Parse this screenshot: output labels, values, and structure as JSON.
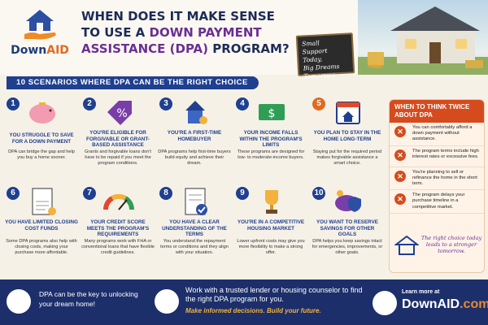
{
  "brand": {
    "name_main": "Down",
    "name_accent": "AID"
  },
  "header": {
    "title_line1": "WHEN DOES IT MAKE SENSE",
    "title_line2_pre": "TO USE A ",
    "title_line2_hl": "DOWN PAYMENT",
    "title_line3_hl": "ASSISTANCE (DPA)",
    "title_line3_post": " PROGRAM?",
    "note": [
      "Small",
      "Support Today,",
      "Big Dreams",
      "Tomorrow."
    ]
  },
  "banner": "10 SCENARIOS WHERE DPA CAN BE THE RIGHT CHOICE",
  "scenarios": [
    {
      "n": "1",
      "icon": "piggy-bank-icon",
      "title": "YOU STRUGGLE TO SAVE FOR A DOWN PAYMENT",
      "desc": "DPA can bridge the gap and help you buy a home sooner."
    },
    {
      "n": "2",
      "icon": "percent-tag-icon",
      "title": "YOU'RE ELIGIBLE FOR FORGIVABLE OR GRANT-BASED ASSISTANCE",
      "desc": "Grants and forgivable loans don't have to be repaid if you meet the program conditions."
    },
    {
      "n": "3",
      "icon": "house-key-icon",
      "title": "YOU'RE A FIRST-TIME HOMEBUYER",
      "desc": "DPA programs help first-time buyers build equity and achieve their dream."
    },
    {
      "n": "4",
      "icon": "dollar-bill-icon",
      "title": "YOUR INCOME FALLS WITHIN THE PROGRAM'S LIMITS",
      "desc": "These programs are designed for low- to moderate-income buyers."
    },
    {
      "n": "5",
      "icon": "calendar-house-icon",
      "title": "YOU PLAN TO STAY IN THE HOME LONG-TERM",
      "desc": "Staying put for the required period makes forgivable assistance a smart choice."
    },
    {
      "n": "6",
      "icon": "closing-costs-icon",
      "title": "YOU HAVE LIMITED CLOSING COST FUNDS",
      "desc": "Some DPA programs also help with closing costs, making your purchase more affordable."
    },
    {
      "n": "7",
      "icon": "credit-gauge-icon",
      "title": "YOUR CREDIT SCORE MEETS THE PROGRAM'S REQUIREMENTS",
      "desc": "Many programs work with FHA or conventional loans that have flexible credit guidelines."
    },
    {
      "n": "8",
      "icon": "checklist-icon",
      "title": "YOU HAVE A CLEAR UNDERSTANDING OF THE TERMS",
      "desc": "You understand the repayment terms or conditions and they align with your situation."
    },
    {
      "n": "9",
      "icon": "trophy-icon",
      "title": "YOU'RE IN A COMPETITIVE HOUSING MARKET",
      "desc": "Lower upfront costs may give you more flexibility to make a strong offer."
    },
    {
      "n": "10",
      "icon": "savings-shield-icon",
      "title": "YOU WANT TO RESERVE SAVINGS FOR OTHER GOALS",
      "desc": "DPA helps you keep savings intact for emergencies, improvements, or other goals."
    }
  ],
  "side": {
    "title": "WHEN TO THINK TWICE ABOUT DPA",
    "items": [
      "You can comfortably afford a down payment without assistance.",
      "The program terms include high interest rates or excessive fees.",
      "You're planning to sell or refinance the home in the short term.",
      "The program delays your purchase timeline in a competitive market."
    ],
    "footer": "The right choice today leads to a stronger tomorrow."
  },
  "footer": {
    "left": "DPA can be the key to unlocking your dream home!",
    "middle": "Work with a trusted lender or housing counselor to find the right DPA program for you.",
    "middle_sub": "Make informed decisions. Build your future.",
    "learn": "Learn more at",
    "site_main": "DownAID",
    "site_dot": ".com"
  },
  "colors": {
    "navy": "#1c2f6b",
    "blue": "#1f3f8f",
    "orange": "#d64b1d",
    "purple": "#6b2f93"
  }
}
